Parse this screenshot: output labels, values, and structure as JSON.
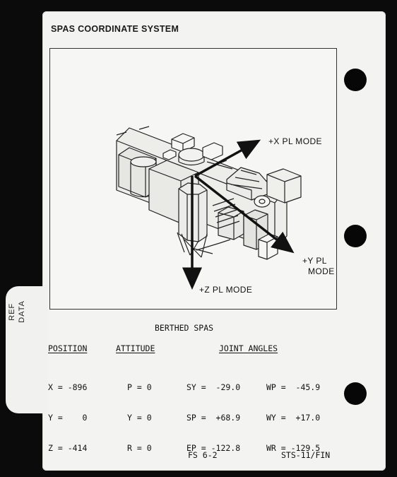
{
  "card": {
    "title": "SPAS COORDINATE SYSTEM",
    "tab_label": [
      "REF",
      "DATA"
    ]
  },
  "diagram": {
    "x_axis_label": "+X PL MODE",
    "y_axis_label_line1": "+Y PL",
    "y_axis_label_line2": "MODE",
    "z_axis_label": "+Z PL MODE"
  },
  "berthed": {
    "heading": "BERTHED SPAS",
    "position": {
      "header": "POSITION",
      "rows": [
        "X = -896",
        "Y =    0",
        "Z = -414"
      ]
    },
    "attitude": {
      "header": "ATTITUDE",
      "rows": [
        "P = 0",
        "Y = 0",
        "R = 0"
      ]
    },
    "joint_angles": {
      "header": "JOINT ANGLES",
      "left_rows": [
        "SY =  -29.0",
        "SP =  +68.9",
        "EP = -122.8"
      ],
      "right_rows": [
        "WP =  -45.9",
        "WY =  +17.0",
        "WR = -129.5"
      ]
    }
  },
  "footer": {
    "page": "FS 6-2",
    "doc": "STS-11/FIN"
  }
}
